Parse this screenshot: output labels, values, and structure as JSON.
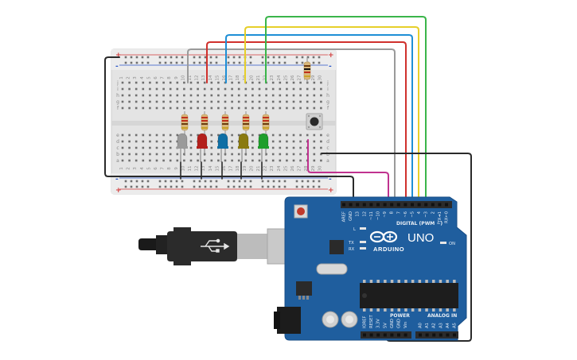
{
  "board": {
    "model": "UNO",
    "brand": "ARDUINO",
    "header_digital": "DIGITAL (PWM ~)",
    "header_power": "POWER",
    "header_analog": "ANALOG IN",
    "label_on": "ON",
    "label_l": "L",
    "label_tx": "TX",
    "label_rx": "RX",
    "digital_pins": [
      "AREF",
      "GND",
      "13",
      "12",
      "~11",
      "~10",
      "~9",
      "8",
      "7",
      "~6",
      "~5",
      "4",
      "~3",
      "2",
      "TX➜1",
      "RX←0"
    ],
    "power_pins": [
      "IOREF",
      "RESET",
      "3.3V",
      "5V",
      "GND",
      "GND",
      "Vin"
    ],
    "analog_pins": [
      "A0",
      "A1",
      "A2",
      "A3",
      "A4",
      "A5"
    ]
  },
  "breadboard": {
    "column_numbers": [
      "1",
      "2",
      "3",
      "4",
      "5",
      "6",
      "7",
      "8",
      "9",
      "10",
      "11",
      "12",
      "13",
      "14",
      "15",
      "16",
      "17",
      "18",
      "19",
      "20",
      "21",
      "22",
      "23",
      "24",
      "25",
      "26",
      "27",
      "28",
      "29",
      "30"
    ],
    "top_rows": [
      "j",
      "i",
      "h",
      "g",
      "f"
    ],
    "bottom_rows": [
      "e",
      "d",
      "c",
      "b",
      "a"
    ],
    "rail_plus": "+",
    "rail_minus": "-"
  },
  "components": {
    "leds": [
      {
        "color_name": "gray",
        "hex": "#9a9a9a"
      },
      {
        "color_name": "red",
        "hex": "#b3201c"
      },
      {
        "color_name": "blue",
        "hex": "#0f6fa5"
      },
      {
        "color_name": "yellow",
        "hex": "#8a7a10"
      },
      {
        "color_name": "green",
        "hex": "#1f9e2b"
      }
    ],
    "wires": [
      {
        "from": "breadboard gray LED column",
        "to": "pin 8",
        "color": "#9a9a9a"
      },
      {
        "from": "breadboard red LED column",
        "to": "pin 7",
        "color": "#d0312d"
      },
      {
        "from": "breadboard blue LED column",
        "to": "pin 6",
        "color": "#1e8fd6"
      },
      {
        "from": "breadboard yellow LED column",
        "to": "pin 5",
        "color": "#e6cf2a"
      },
      {
        "from": "breadboard green LED column",
        "to": "pin 4",
        "color": "#3ab54a"
      },
      {
        "from": "push button",
        "to": "pin 9",
        "color": "#c0328f"
      },
      {
        "from": "ground rail",
        "to": "GND",
        "color": "#2a2a2a"
      },
      {
        "from": "breadboard row",
        "to": "5V",
        "color": "#2a2a2a"
      }
    ],
    "usb_cable": "usb-b-cable",
    "push_button": "push-button",
    "resistor": "resistor"
  }
}
